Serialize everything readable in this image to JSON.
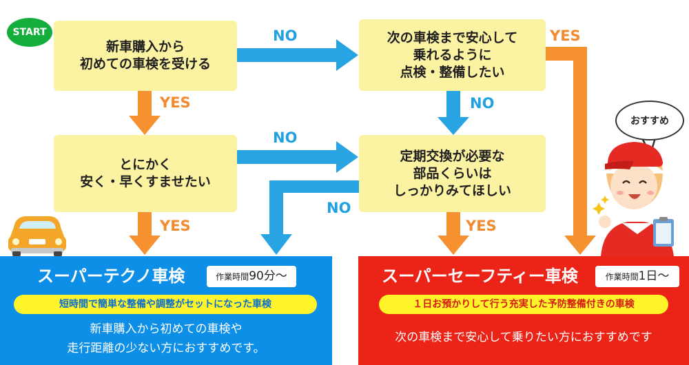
{
  "start_label": "START",
  "questions": {
    "q1": "新車購入から\n初めての車検を受ける",
    "q2": "とにかく\n安く・早くすませたい",
    "q3": "次の車検まで安心して\n乗れるように\n点検・整備したい",
    "q4": "定期交換が必要な\n部品くらいは\nしっかりみてほしい"
  },
  "labels": {
    "no": "NO",
    "yes": "YES"
  },
  "bubble_text": "おすすめ",
  "plans": {
    "techno": {
      "title": "スーパーテクノ車検",
      "time_prefix": "作業時間",
      "time_value": "90分〜",
      "tagline": "短時間で簡単な整備や調整がセットになった車検",
      "description": "新車購入から初めての車検や\n走行距離の少ない方におすすめです。"
    },
    "safety": {
      "title": "スーパーセーフティー車検",
      "time_prefix": "作業時間",
      "time_value": "1日〜",
      "tagline": "１日お預かりして行う充実した予防整備付きの車検",
      "description": "次の車検まで安心して乗りたい方におすすめです"
    }
  },
  "colors": {
    "question_box": "#fbf2a2",
    "no_arrow": "#28a4e2",
    "yes_arrow": "#f5922f",
    "techno_panel": "#0d8fe8",
    "safety_panel": "#ec2418",
    "tagline_bar": "#fff32a",
    "start_badge": "#14ae3c"
  }
}
